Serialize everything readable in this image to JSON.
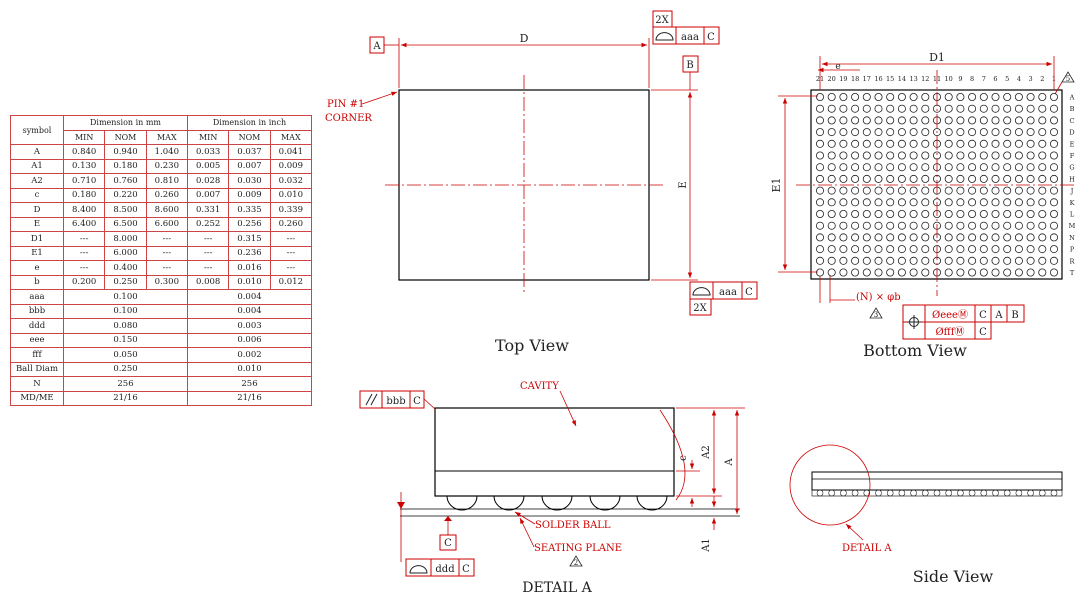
{
  "table": {
    "symbol_header": "symbol",
    "mm_header": "Dimension in mm",
    "inch_header": "Dimension in inch",
    "sub_headers": [
      "MIN",
      "NOM",
      "MAX",
      "MIN",
      "NOM",
      "MAX"
    ],
    "rows": [
      {
        "symbol": "A",
        "mm": [
          "0.840",
          "0.940",
          "1.040"
        ],
        "inch": [
          "0.033",
          "0.037",
          "0.041"
        ]
      },
      {
        "symbol": "A1",
        "mm": [
          "0.130",
          "0.180",
          "0.230"
        ],
        "inch": [
          "0.005",
          "0.007",
          "0.009"
        ]
      },
      {
        "symbol": "A2",
        "mm": [
          "0.710",
          "0.760",
          "0.810"
        ],
        "inch": [
          "0.028",
          "0.030",
          "0.032"
        ]
      },
      {
        "symbol": "c",
        "mm": [
          "0.180",
          "0.220",
          "0.260"
        ],
        "inch": [
          "0.007",
          "0.009",
          "0.010"
        ]
      },
      {
        "symbol": "D",
        "mm": [
          "8.400",
          "8.500",
          "8.600"
        ],
        "inch": [
          "0.331",
          "0.335",
          "0.339"
        ]
      },
      {
        "symbol": "E",
        "mm": [
          "6.400",
          "6.500",
          "6.600"
        ],
        "inch": [
          "0.252",
          "0.256",
          "0.260"
        ]
      },
      {
        "symbol": "D1",
        "mm": [
          "---",
          "8.000",
          "---"
        ],
        "inch": [
          "---",
          "0.315",
          "---"
        ]
      },
      {
        "symbol": "E1",
        "mm": [
          "---",
          "6.000",
          "---"
        ],
        "inch": [
          "---",
          "0.236",
          "---"
        ]
      },
      {
        "symbol": "e",
        "mm": [
          "---",
          "0.400",
          "---"
        ],
        "inch": [
          "---",
          "0.016",
          "---"
        ]
      },
      {
        "symbol": "b",
        "mm": [
          "0.200",
          "0.250",
          "0.300"
        ],
        "inch": [
          "0.008",
          "0.010",
          "0.012"
        ]
      }
    ],
    "single_rows": [
      {
        "symbol": "aaa",
        "mm": "0.100",
        "inch": "0.004"
      },
      {
        "symbol": "bbb",
        "mm": "0.100",
        "inch": "0.004"
      },
      {
        "symbol": "ddd",
        "mm": "0.080",
        "inch": "0.003"
      },
      {
        "symbol": "eee",
        "mm": "0.150",
        "inch": "0.006"
      },
      {
        "symbol": "fff",
        "mm": "0.050",
        "inch": "0.002"
      },
      {
        "symbol": "Ball Diam",
        "mm": "0.250",
        "inch": "0.010"
      },
      {
        "symbol": "N",
        "mm": "256",
        "inch": "256"
      },
      {
        "symbol": "MD/ME",
        "mm": "21/16",
        "inch": "21/16"
      }
    ]
  },
  "top_view": {
    "title": "Top View",
    "pin1_line1": "PIN #1",
    "pin1_line2": "CORNER",
    "dim_d": "D",
    "dim_e": "E",
    "datum_a": "A",
    "datum_b": "B",
    "flat_top_mult": "2X",
    "flat_top_tol": "aaa",
    "flat_top_ref": "C",
    "flat_side_mult": "2X",
    "flat_side_tol": "aaa",
    "flat_side_ref": "C"
  },
  "bottom_view": {
    "title": "Bottom View",
    "dim_d1": "D1",
    "dim_e1": "E1",
    "dim_e": "e",
    "col_numbers": [
      "21",
      "20",
      "19",
      "18",
      "17",
      "16",
      "15",
      "14",
      "13",
      "12",
      "11",
      "10",
      "9",
      "8",
      "7",
      "6",
      "5",
      "4",
      "3",
      "2",
      "1"
    ],
    "row_letters": [
      "A",
      "B",
      "C",
      "D",
      "E",
      "F",
      "G",
      "H",
      "J",
      "K",
      "L",
      "M",
      "N",
      "P",
      "R",
      "T"
    ],
    "ball_note": "(N) × φb",
    "note_flag": "5",
    "note_flag2": "3",
    "pos_tol1": "ØeeeⓂ",
    "pos_ref1": [
      "C",
      "A",
      "B"
    ],
    "pos_tol2": "ØfffⓂ",
    "pos_ref2": [
      "C"
    ]
  },
  "detail_a": {
    "title": "DETAIL A",
    "cavity": "CAVITY",
    "solder_ball": "SOLDER BALL",
    "seating_plane": "SEATING PLANE",
    "dim_a": "A",
    "dim_a1": "A1",
    "dim_a2": "A2",
    "dim_c": "c",
    "parallel_tol": "bbb",
    "parallel_ref": "C",
    "datum_c": "C",
    "flat_tol": "ddd",
    "flat_ref": "C",
    "note_flag": "2"
  },
  "side_view": {
    "title": "Side View",
    "detail_label": "DETAIL A"
  }
}
